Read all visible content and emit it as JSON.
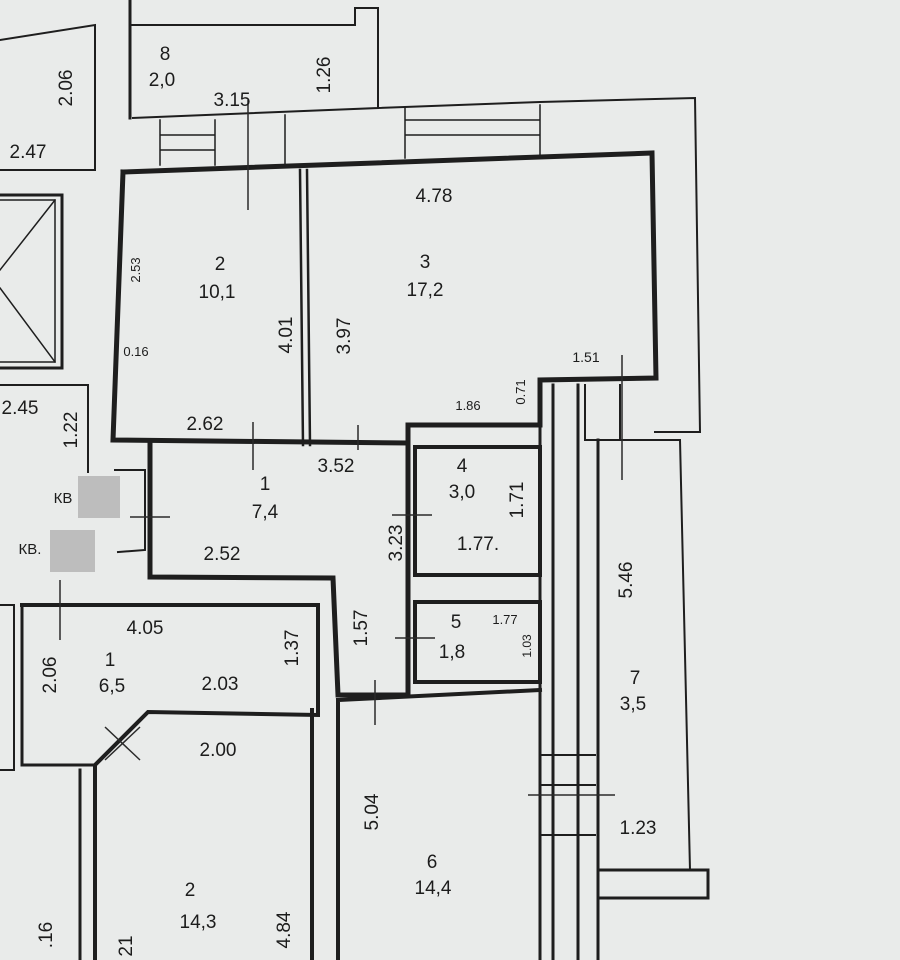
{
  "rooms": [
    {
      "id": "8",
      "number": "8",
      "area": "2,0"
    },
    {
      "id": "2-top",
      "number": "2",
      "area": "10,1"
    },
    {
      "id": "3",
      "number": "3",
      "area": "17,2"
    },
    {
      "id": "1-hall",
      "number": "1",
      "area": "7,4"
    },
    {
      "id": "4",
      "number": "4",
      "area": "3,0"
    },
    {
      "id": "5",
      "number": "5",
      "area": "1,8"
    },
    {
      "id": "7",
      "number": "7",
      "area": "3,5"
    },
    {
      "id": "6",
      "number": "6",
      "area": "14,4"
    },
    {
      "id": "1-left",
      "number": "1",
      "area": "6,5"
    },
    {
      "id": "2-bottom",
      "number": "2",
      "area": "14,3"
    }
  ],
  "dimensions": {
    "d_3_15": "3.15",
    "d_1_26": "1.26",
    "d_2_06_top": "2.06",
    "d_2_47": "2.47",
    "d_4_78": "4.78",
    "d_2_53": "2.53",
    "d_0_16": "0.16",
    "d_4_01": "4.01",
    "d_3_97": "3.97",
    "d_1_51": "1.51",
    "d_0_71": "0.71",
    "d_1_86": "1.86",
    "d_2_62": "2.62",
    "d_2_45": "2.45",
    "d_1_22": "1.22",
    "d_3_52": "3.52",
    "d_3_23": "3.23",
    "d_1_71": "1.71",
    "d_1_77a": "1.77.",
    "d_2_52": "2.52",
    "d_5_46": "5.46",
    "d_4_05": "4.05",
    "d_1_37": "1.37",
    "d_1_57": "1.57",
    "d_1_77b": "1.77",
    "d_1_03": "1.03",
    "d_2_06_left": "2.06",
    "d_2_03": "2.03",
    "d_2_00": "2.00",
    "d_5_04": "5.04",
    "d_1_23": "1.23",
    "d_4_84": "4.84",
    "d_16": ".16",
    "d_21": "21"
  },
  "labels": {
    "kv1": "КВ",
    "kv2": "КВ."
  },
  "colors": {
    "wall": "#1e1e1e",
    "paper": "#e9ebea",
    "redact": "#bdbdbd"
  }
}
